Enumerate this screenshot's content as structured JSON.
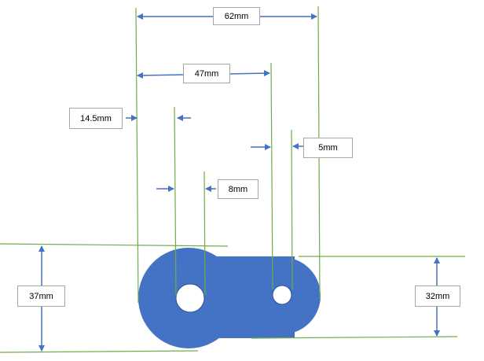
{
  "dimensions": {
    "overall_length": "62mm",
    "center_distance": "47mm",
    "large_hole_offset": "14.5mm",
    "small_hole_width": "5mm",
    "large_hole_width": "8mm",
    "large_end_height": "37mm",
    "small_end_height": "32mm"
  },
  "colors": {
    "part_fill": "#4472c4",
    "extension_line": "#70ad47",
    "arrow": "#4472c4",
    "hole_fill": "#ffffff",
    "label_border": "#a6a6a6"
  }
}
